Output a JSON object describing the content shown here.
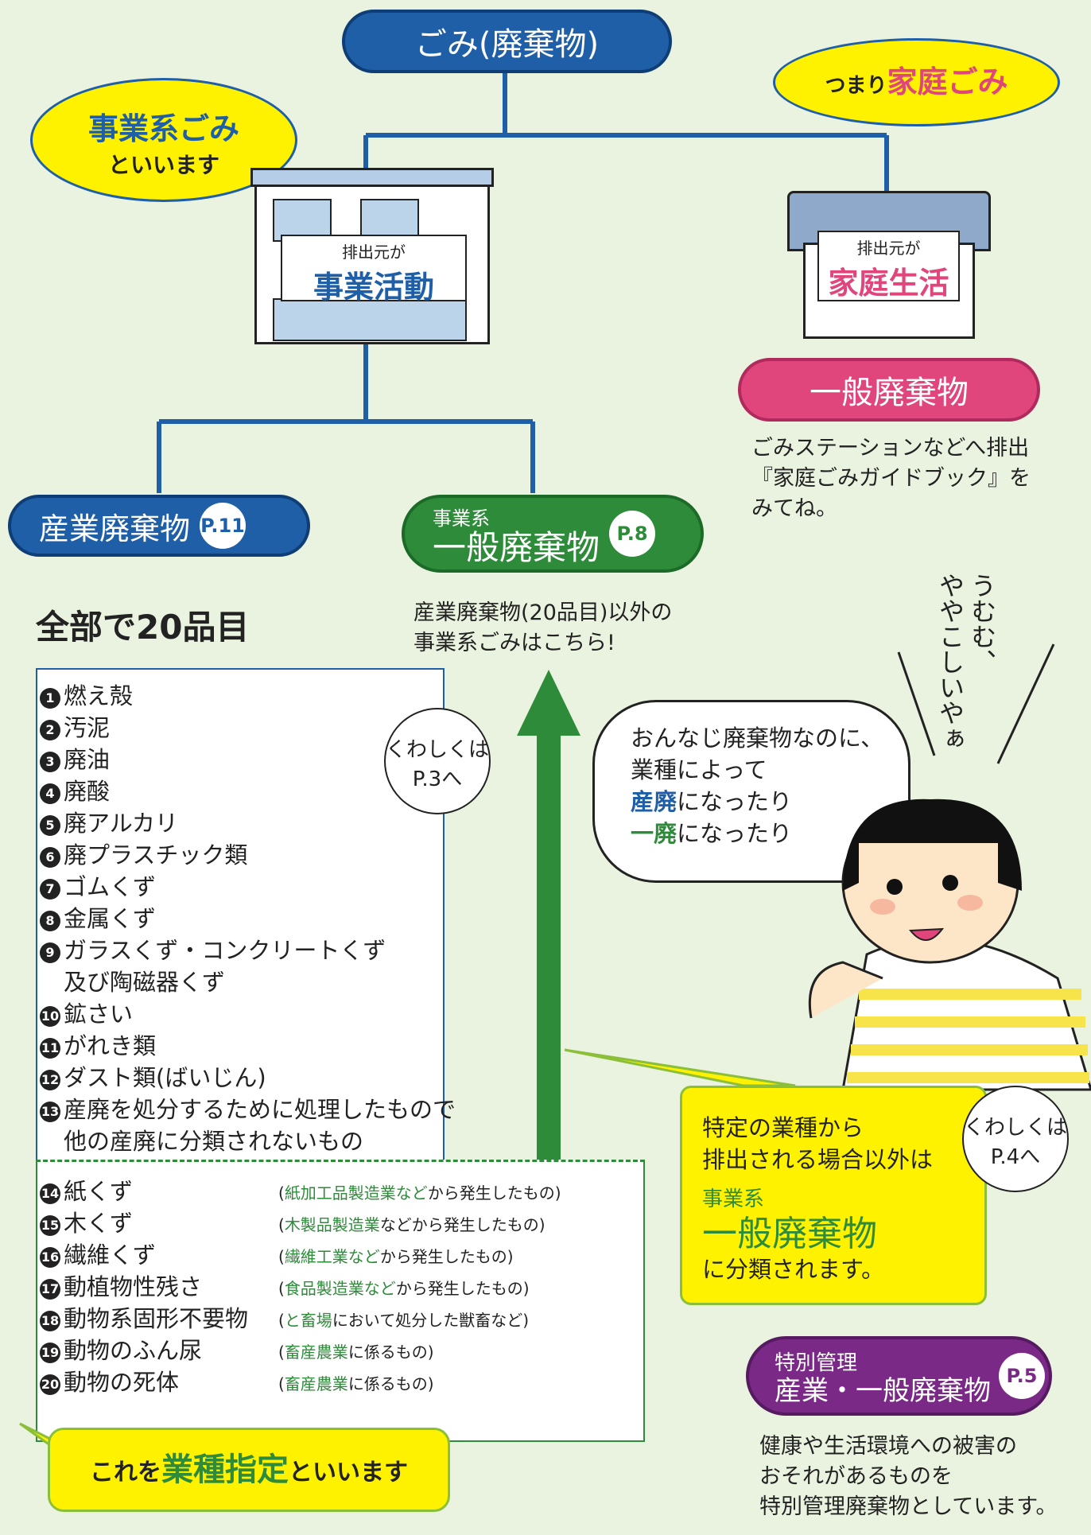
{
  "top": {
    "label": "ごみ(廃棄物)"
  },
  "bubble_business": {
    "line1": "事業系ごみ",
    "line2": "といいます"
  },
  "bubble_home": {
    "prefix": "つまり",
    "emph": "家庭ごみ"
  },
  "building_business": {
    "small": "排出元が",
    "big": "事業活動"
  },
  "building_home": {
    "small": "排出元が",
    "big": "家庭生活"
  },
  "general_waste": {
    "label": "一般廃棄物",
    "desc": [
      "ごみステーションなどへ排出",
      "『家庭ごみガイドブック』を",
      "みてね。"
    ]
  },
  "industrial": {
    "label": "産業廃棄物",
    "page": "P.11",
    "total": "全部で20品目"
  },
  "business_general": {
    "small": "事業系",
    "label": "一般廃棄物",
    "page": "P.8",
    "desc": [
      "産業廃棄物(20品目)以外の",
      "事業系ごみはこちら!"
    ]
  },
  "detail1": {
    "line1": "くわしくは",
    "line2": "P.3へ"
  },
  "detail2": {
    "line1": "くわしくは",
    "line2": "P.4へ"
  },
  "items_a": [
    {
      "n": "1",
      "text": "燃え殻"
    },
    {
      "n": "2",
      "text": "汚泥"
    },
    {
      "n": "3",
      "text": "廃油"
    },
    {
      "n": "4",
      "text": "廃酸"
    },
    {
      "n": "5",
      "text": "廃アルカリ"
    },
    {
      "n": "6",
      "text": "廃プラスチック類"
    },
    {
      "n": "7",
      "text": "ゴムくず"
    },
    {
      "n": "8",
      "text": "金属くず"
    },
    {
      "n": "9",
      "text": "ガラスくず・コンクリートくず"
    },
    {
      "n": "",
      "text": "及び陶磁器くず"
    },
    {
      "n": "10",
      "text": "鉱さい"
    },
    {
      "n": "11",
      "text": "がれき類"
    },
    {
      "n": "12",
      "text": "ダスト類(ばいじん)"
    },
    {
      "n": "13",
      "text": "産廃を処分するために処理したもので"
    },
    {
      "n": "",
      "text": "他の産廃に分類されないもの"
    }
  ],
  "items_b": [
    {
      "n": "14",
      "text": "紙くず",
      "g": "紙加工品製造業など",
      "rest": "から発生したもの)"
    },
    {
      "n": "15",
      "text": "木くず",
      "g": "木製品製造業",
      "rest": "などから発生したもの)"
    },
    {
      "n": "16",
      "text": "繊維くず",
      "g": "繊維工業など",
      "rest": "から発生したもの)"
    },
    {
      "n": "17",
      "text": "動植物性残さ",
      "g": "食品製造業など",
      "rest": "から発生したもの)"
    },
    {
      "n": "18",
      "text": "動物系固形不要物",
      "g": "と畜場",
      "rest": "において処分した獣畜など)"
    },
    {
      "n": "19",
      "text": "動物のふん尿",
      "g": "畜産農業",
      "rest": "に係るもの)"
    },
    {
      "n": "20",
      "text": "動物の死体",
      "g": "畜産農業",
      "rest": "に係るもの)"
    }
  ],
  "speech": {
    "l1": "おんなじ廃棄物なのに、",
    "l2": "業種によって",
    "l3a": "産廃",
    "l3b": "になったり",
    "l4a": "一廃",
    "l4b": "になったり"
  },
  "thought": {
    "col1": "うむむ、",
    "col2": "ややこしいやぁ"
  },
  "yellow_note": {
    "l1": "特定の業種から",
    "l2": "排出される場合以外は",
    "l3": "事業系",
    "l4": "一般廃棄物",
    "l5": "に分類されます。"
  },
  "special": {
    "small": "特別管理",
    "label": "産業・一般廃棄物",
    "page": "P.5",
    "desc": [
      "健康や生活環境への被害の",
      "おそれがあるものを",
      "特別管理廃棄物としています。"
    ]
  },
  "footer": {
    "a": "これを",
    "b": "業種指定",
    "c": "といいます"
  },
  "colors": {
    "navy": "#1f5fa8",
    "green": "#2e8b3a",
    "pink": "#e0457b",
    "purple": "#7a2a86",
    "yellow": "#fff200"
  }
}
